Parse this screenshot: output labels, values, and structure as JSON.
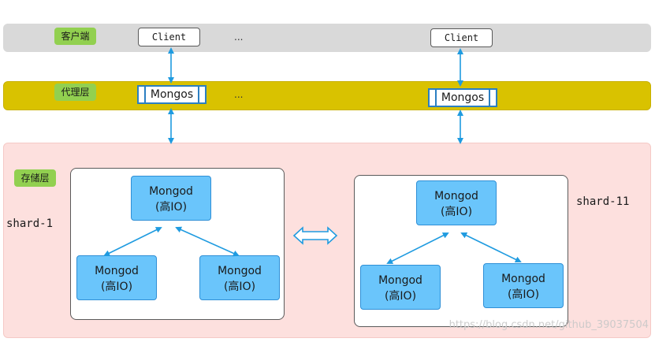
{
  "layers": {
    "client": {
      "tag": "客户端",
      "nodes": [
        "Client",
        "Client"
      ],
      "ellipsis": "..."
    },
    "proxy": {
      "tag": "代理层",
      "nodes": [
        "Mongos",
        "Mongos"
      ],
      "ellipsis": "..."
    },
    "storage": {
      "tag": "存储层"
    }
  },
  "shards": [
    {
      "label": "shard-1",
      "primary": {
        "name": "Mongod",
        "sub": "(高IO)"
      },
      "secondaries": [
        {
          "name": "Mongod",
          "sub": "(高IO)"
        },
        {
          "name": "Mongod",
          "sub": "(高IO)"
        }
      ]
    },
    {
      "label": "shard-11",
      "primary": {
        "name": "Mongod",
        "sub": "(高IO)"
      },
      "secondaries": [
        {
          "name": "Mongod",
          "sub": "(高IO)"
        },
        {
          "name": "Mongod",
          "sub": "(高IO)"
        }
      ]
    }
  ],
  "colors": {
    "client_band": "#d9d9d9",
    "proxy_band": "#d9c200",
    "storage_band": "#fde0de",
    "tag": "#92d050",
    "mongod": "#6ac5fb",
    "arrow": "#1f9be0"
  },
  "watermark": "https://blog.csdn.net/github_39037504"
}
